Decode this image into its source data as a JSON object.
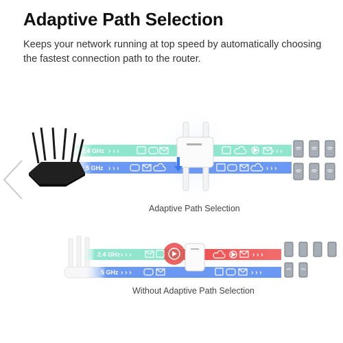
{
  "header": {
    "title": "Adaptive Path Selection",
    "subtitle": "Keeps your network running at top speed by automatically choosing the fastest connection path to the router."
  },
  "top_diagram": {
    "band_24": "2.4 GHz",
    "band_5": "5 GHz",
    "arrows": "› › ›",
    "caption": "Adaptive Path Selection"
  },
  "bottom_diagram": {
    "band_24": "2.4 GHz",
    "band_5": "5 GHz",
    "arrows": "› › ›",
    "caption": "Without Adaptive Path Selection"
  },
  "colors": {
    "lane_24": "#7fe0c4",
    "lane_5": "#5f8ff0",
    "lane_red": "#ee4a4a",
    "device": "#9aa1a8"
  },
  "icons": [
    "chevron-left-icon",
    "router-icon",
    "range-extender-icon",
    "tablet-icon",
    "video-icon",
    "gamepad-icon",
    "mail-icon",
    "cloud-icon",
    "play-icon",
    "wifi-icon"
  ]
}
